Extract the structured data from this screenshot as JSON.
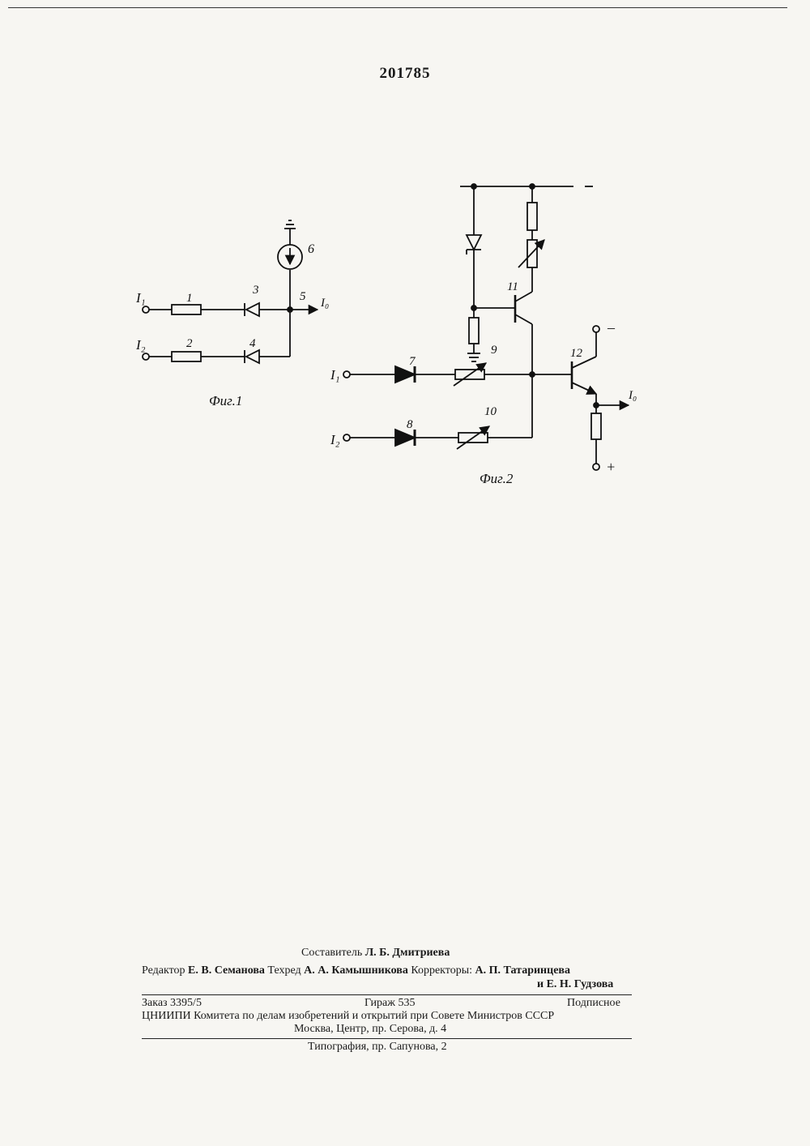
{
  "patent_number": "201785",
  "fig1": {
    "caption": "Фиг.1",
    "input1": "I1",
    "input2": "I2",
    "output": "I0",
    "labels": [
      "1",
      "2",
      "3",
      "4",
      "5",
      "6"
    ]
  },
  "fig2": {
    "caption": "Фиг.2",
    "input1": "I1",
    "input2": "I2",
    "output": "I0",
    "labels": [
      "7",
      "8",
      "9",
      "10",
      "11",
      "12"
    ],
    "minus": "–",
    "plus": "+"
  },
  "footer": {
    "compiler_label": "Составитель",
    "compiler_name": "Л. Б. Дмитриева",
    "editor_label": "Редактор",
    "editor_name": "Е. В. Семанова",
    "techred_label": "Техред",
    "techred_name": "А. А. Камышникова",
    "correctors_label": "Корректоры:",
    "corrector1": "А. П. Татаринцева",
    "corrector2": "и Е. Н. Гудзова",
    "order": "Заказ 3395/5",
    "circulation": "Гираж 535",
    "subscription": "Подписное",
    "org_line": "ЦНИИПИ Комитета по делам изобретений и открытий при Совете Министров СССР",
    "address": "Москва, Центр, пр. Серова, д. 4",
    "printing": "Типография, пр. Сапунова, 2"
  }
}
